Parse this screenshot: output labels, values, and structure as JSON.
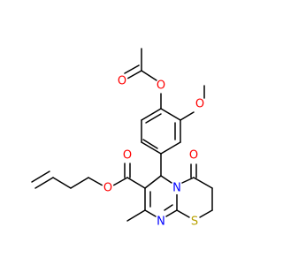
{
  "molecule": {
    "atoms": {
      "o_ester": {
        "symbol": "O",
        "color": "#FF0000"
      },
      "o_ring_carbonyl": {
        "symbol": "O",
        "color": "#FF0000"
      },
      "o_methoxy": {
        "symbol": "O",
        "color": "#FF0000"
      },
      "o_acetyl_carbonyl": {
        "symbol": "O",
        "color": "#FF0000"
      },
      "o_acetoxy": {
        "symbol": "O",
        "color": "#FF0000"
      },
      "o_carbonyl_ester": {
        "symbol": "O",
        "color": "#FF0000"
      },
      "n_bridgehead": {
        "symbol": "N",
        "color": "#0000FF"
      },
      "n_imine": {
        "symbol": "N",
        "color": "#0000FF"
      },
      "s_thioether": {
        "symbol": "S",
        "color": "#B8A100"
      }
    },
    "bond_color": "#000000"
  }
}
